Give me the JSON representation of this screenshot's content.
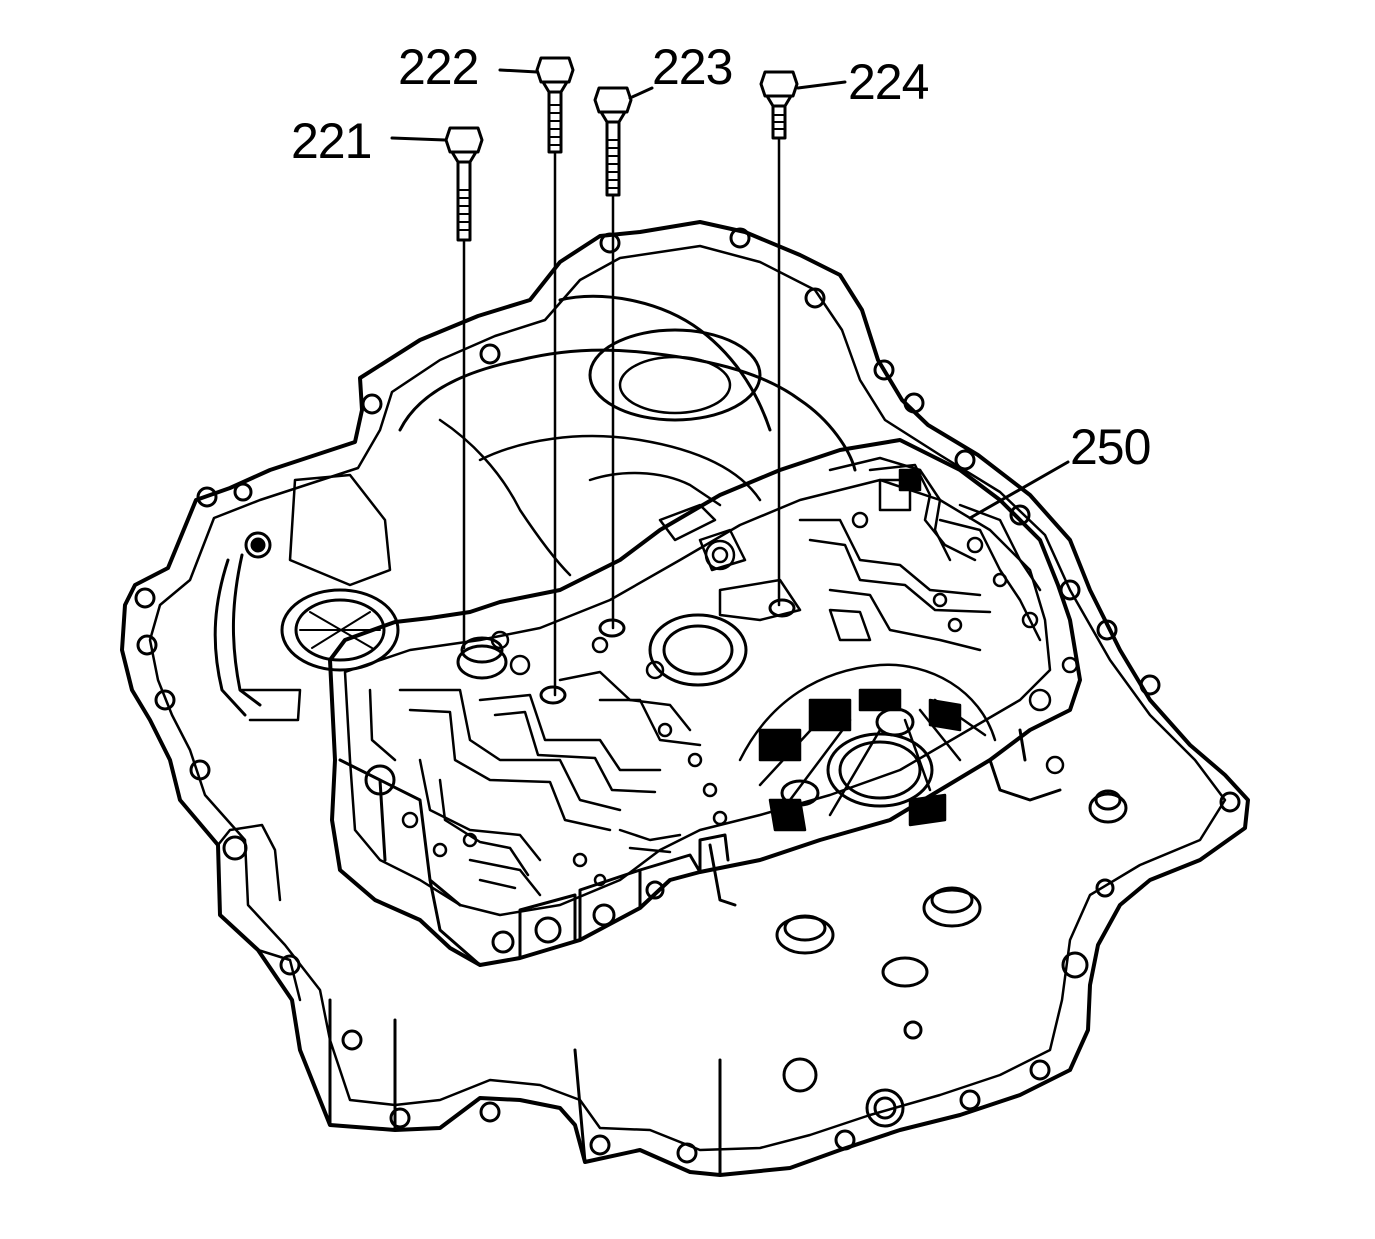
{
  "figure": {
    "line_color": "#000000",
    "background": "#ffffff",
    "subject": "transmission-case-with-control-valve-body"
  },
  "callouts": {
    "bolt_221": "221",
    "bolt_222": "222",
    "bolt_223": "223",
    "bolt_224": "224",
    "valve_body_250": "250"
  }
}
